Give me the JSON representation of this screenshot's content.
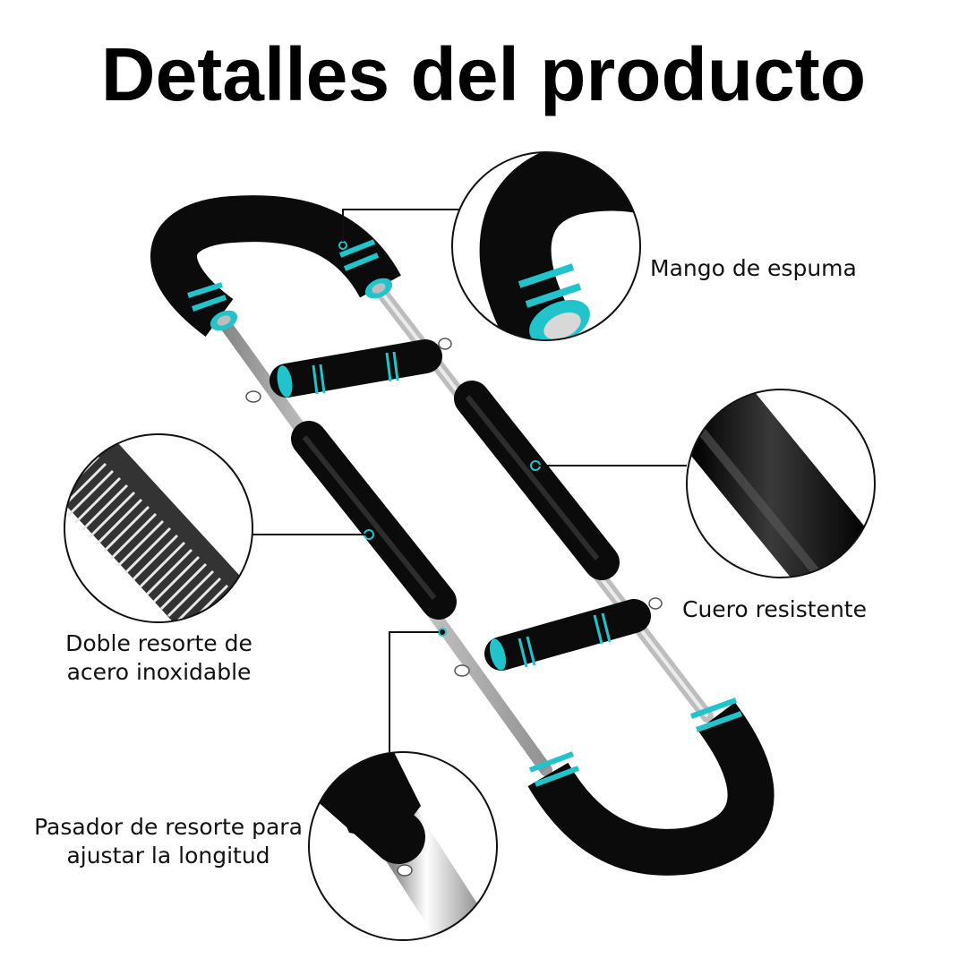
{
  "title": "Detalles del producto",
  "accent_color": "#22c4cc",
  "product": {
    "name": "arm-strength-trainer",
    "colors": {
      "foam": "#111111",
      "steel": "#c8c8c8",
      "accent": "#22c4cc"
    }
  },
  "callouts": [
    {
      "id": "foam-handle",
      "label": "Mango de espuma"
    },
    {
      "id": "leather",
      "label": "Cuero resistente"
    },
    {
      "id": "spring",
      "label_line1": "Doble resorte de",
      "label_line2": "acero inoxidable"
    },
    {
      "id": "pin",
      "label_line1": "Pasador de resorte para",
      "label_line2": "ajustar la longitud"
    }
  ]
}
